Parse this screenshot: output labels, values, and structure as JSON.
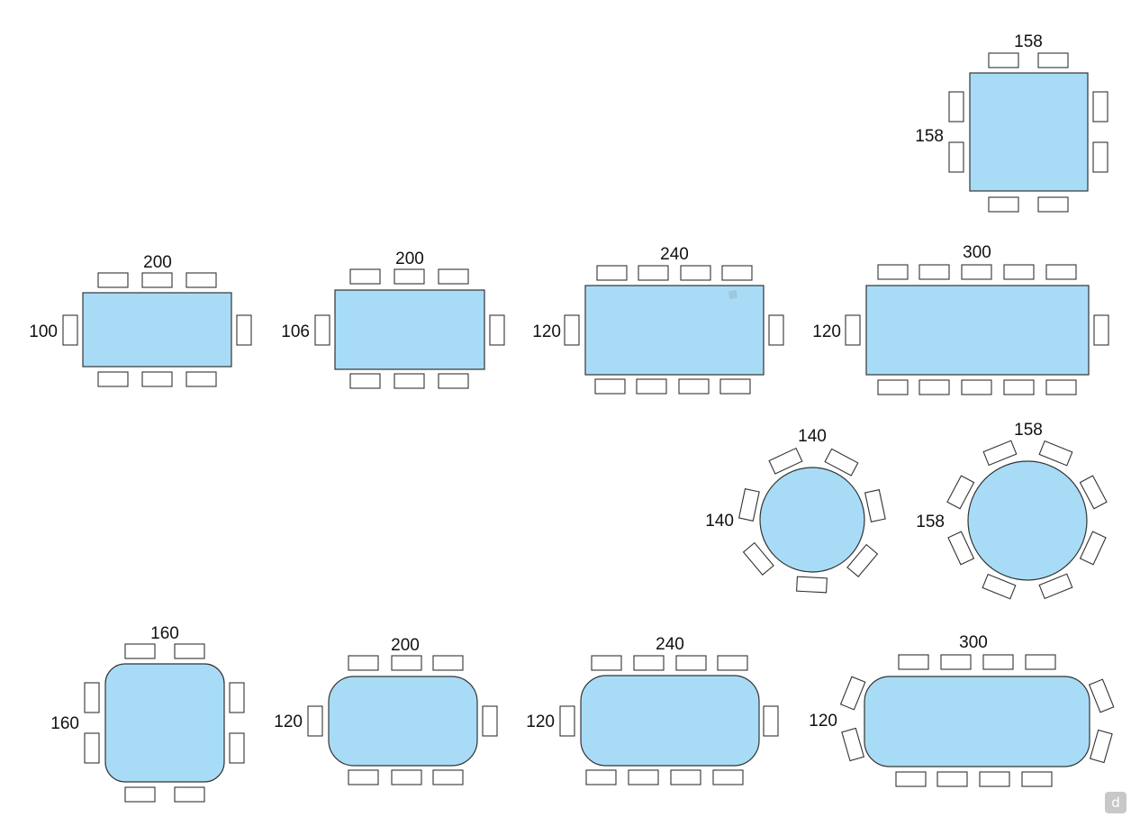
{
  "colors": {
    "table_fill": "#a8dcf6",
    "outline": "#333333",
    "chair_fill": "#ffffff"
  },
  "tables": [
    {
      "id": "square-158",
      "shape": "square",
      "width_label": "158",
      "depth_label": "158",
      "seats": 8
    },
    {
      "id": "rect-200x100",
      "shape": "rectangle",
      "width_label": "200",
      "depth_label": "100",
      "seats": 8
    },
    {
      "id": "rect-200x106",
      "shape": "rectangle",
      "width_label": "200",
      "depth_label": "106",
      "seats": 8
    },
    {
      "id": "rect-240x120",
      "shape": "rectangle",
      "width_label": "240",
      "depth_label": "120",
      "seats": 10
    },
    {
      "id": "rect-300x120",
      "shape": "rectangle",
      "width_label": "300",
      "depth_label": "120",
      "seats": 12
    },
    {
      "id": "round-140",
      "shape": "round",
      "width_label": "140",
      "depth_label": "140",
      "seats": 7
    },
    {
      "id": "round-158",
      "shape": "round",
      "width_label": "158",
      "depth_label": "158",
      "seats": 8
    },
    {
      "id": "rounded-square-160",
      "shape": "rounded-square",
      "width_label": "160",
      "depth_label": "160",
      "seats": 8
    },
    {
      "id": "rounded-rect-200x120",
      "shape": "rounded-rectangle",
      "width_label": "200",
      "depth_label": "120",
      "seats": 8
    },
    {
      "id": "rounded-rect-240x120",
      "shape": "rounded-rectangle",
      "width_label": "240",
      "depth_label": "120",
      "seats": 10
    },
    {
      "id": "rounded-rect-300x120",
      "shape": "rounded-rectangle",
      "width_label": "300",
      "depth_label": "120",
      "seats": 12
    }
  ],
  "badge": {
    "icon": "d-logo-icon",
    "label": "d"
  }
}
